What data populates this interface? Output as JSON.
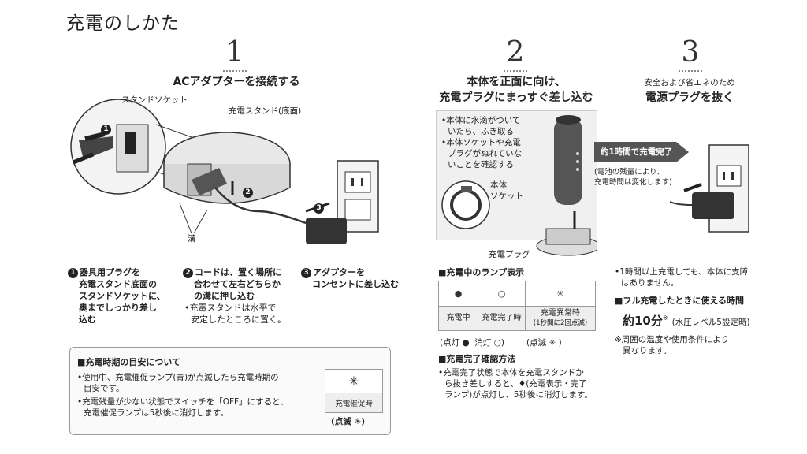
{
  "page": {
    "title": "充電のしかた"
  },
  "step1": {
    "number": "1",
    "heading": "ACアダプターを接続する",
    "fig_labels": {
      "stand_socket": "スタンドソケット",
      "stand_bottom": "充電スタンド(底面)",
      "groove": "溝",
      "n1": "1",
      "n2": "2",
      "n3": "3"
    },
    "instructions": [
      {
        "num": "1",
        "lines": [
          "器具用プラグを",
          "充電スタンド底面の",
          "スタンドソケットに、",
          "奥までしっかり差し",
          "込む"
        ]
      },
      {
        "num": "2",
        "lines": [
          "コードは、置く場所に",
          "合わせて左右どちらか",
          "の溝に押し込む"
        ],
        "note": [
          "•充電スタンドは水平で",
          "安定したところに置く。"
        ]
      },
      {
        "num": "3",
        "lines": [
          "アダプターを",
          "コンセントに差し込む"
        ]
      }
    ]
  },
  "guide": {
    "heading": "■充電時期の目安について",
    "bullets": [
      [
        "•使用中、充電催促ランプ(青)が点滅したら充電時期の",
        "目安です。"
      ],
      [
        "•充電残量が少ない状態でスイッチを「OFF」にすると、",
        "充電催促ランプは5秒後に消灯します。"
      ]
    ],
    "lamp_label": "充電催促時",
    "lamp_state": "(点滅",
    "lamp_close": ")"
  },
  "step2": {
    "number": "2",
    "heading_line1": "本体を正面に向け、",
    "heading_line2": "充電プラグにまっすぐ差し込む",
    "box_bullets": [
      [
        "•本体に水滴がついて",
        "いたら、ふき取る"
      ],
      [
        "•本体ソケットや充電",
        "プラグがぬれていな",
        "いことを確認する"
      ]
    ],
    "body_socket_l1": "本体",
    "body_socket_l2": "ソケット",
    "charge_plug": "充電プラグ",
    "lamp_heading": "■充電中のランプ表示",
    "lamps": [
      "充電中",
      "充電完了時"
    ],
    "lamp_error_l1": "充電異常時",
    "lamp_error_l2": "(1秒間に2回点滅)",
    "legend_on": "(点灯",
    "legend_off": "消灯",
    "legend_close": ")",
    "legend_blink": "(点滅",
    "confirm_heading": "■充電完了確認方法",
    "confirm_lines": [
      "•充電完了状態で本体を充電スタンドか",
      "ら抜き差しすると、",
      "(充電表示・完了",
      "ランプ)が点灯し、5秒後に消灯します。"
    ]
  },
  "step3": {
    "number": "3",
    "subheading": "安全および省エネのため",
    "heading": "電源プラグを抜く",
    "banner": "約1時間で充電完了",
    "banner_note": [
      "(電池の残量により、",
      "充電時間は変化します)"
    ],
    "note1": [
      "•1時間以上充電しても、本体に支障",
      "はありません。"
    ],
    "fullcharge_heading": "■フル充電したときに使える時間",
    "duration": "約10分",
    "duration_mark": "※",
    "duration_note": "(水圧レベル5設定時)",
    "footnote": [
      "※周囲の温度や使用条件により",
      "異なります。"
    ]
  }
}
